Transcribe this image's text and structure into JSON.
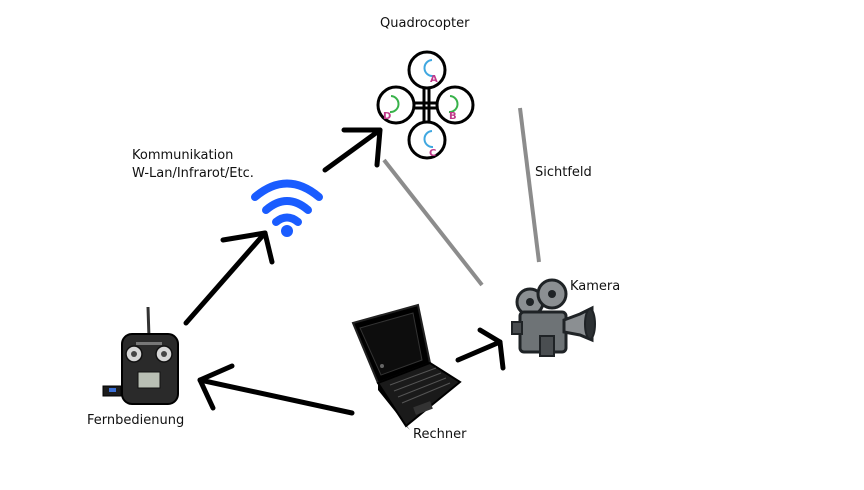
{
  "labels": {
    "quadrocopter": "Quadrocopter",
    "kommunikation_line1": "Kommunikation",
    "kommunikation_line2": "W-Lan/Infrarot/Etc.",
    "sichtfeld": "Sichtfeld",
    "kamera": "Kamera",
    "fernbedienung": "Fernbedienung",
    "rechner": "Rechner"
  },
  "rotors": [
    "A",
    "B",
    "C",
    "D"
  ],
  "colors": {
    "arrow": "#000000",
    "line_of_sight": "#8c8c8c",
    "wifi": "#1a5cff",
    "rotor_letter": "#c0398a",
    "rotor_arrow_blue": "#3fa7e0",
    "rotor_arrow_green": "#38b24a"
  },
  "icons": [
    "quadrocopter-icon",
    "wifi-icon",
    "camera-icon",
    "laptop-icon",
    "remote-control-icon"
  ]
}
